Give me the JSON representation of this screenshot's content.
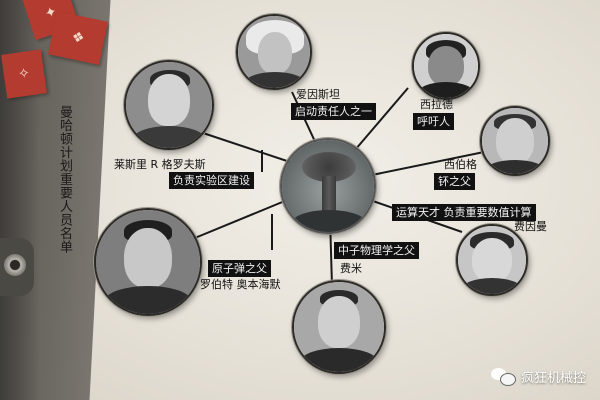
{
  "title": "曼哈顿计划重要人员名单",
  "center": {
    "icon": "mushroom-cloud"
  },
  "people": [
    {
      "id": "einstein",
      "name": "爱因斯坦",
      "role": "启动责任人之一"
    },
    {
      "id": "szilard",
      "name": "西拉德",
      "role": "呼吁人"
    },
    {
      "id": "groves",
      "name": "莱斯里 R 格罗夫斯",
      "role": "负责实验区建设"
    },
    {
      "id": "seaborg",
      "name": "西伯格",
      "role": "钚之父"
    },
    {
      "id": "feynman",
      "name": "费因曼",
      "role": "运算天才 负责重要数值计算"
    },
    {
      "id": "fermi",
      "name": "费米",
      "role": "中子物理学之父"
    },
    {
      "id": "oppenheimer",
      "name": "罗伯特 奥本海默",
      "role": "原子弹之父"
    }
  ],
  "footer": {
    "account": "疯狂机械控",
    "icon": "wechat-icon"
  },
  "colors": {
    "tag_bg": "#111111",
    "folder_red": "#b43b2f"
  }
}
